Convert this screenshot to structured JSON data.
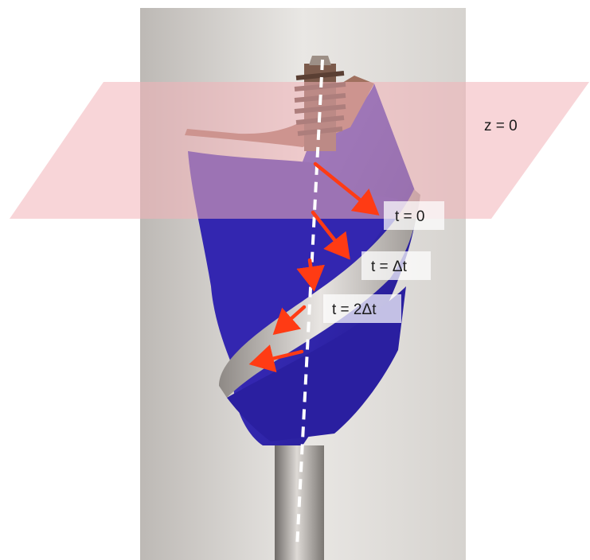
{
  "figure": {
    "plane_label": "z = 0",
    "time_labels": [
      "t = 0",
      "t = Δt",
      "t = 2Δt"
    ],
    "colors": {
      "plane": "#f2b3b8",
      "arrow": "#ff3b14",
      "bit_blue": "#3a2fb8",
      "steel": "#c9c4c0",
      "axis": "#ffffff"
    }
  }
}
